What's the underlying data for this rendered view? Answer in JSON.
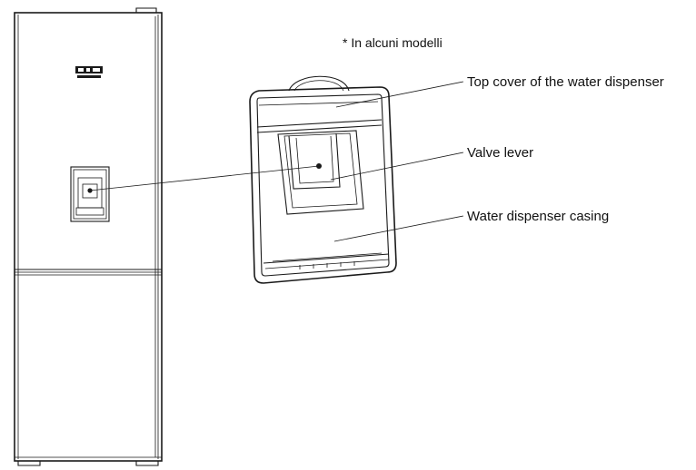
{
  "note": "* In alcuni modelli",
  "callouts": [
    {
      "id": "top-cover",
      "label": "Top cover of the water dispenser"
    },
    {
      "id": "valve-lever",
      "label": "Valve lever"
    },
    {
      "id": "casing",
      "label": "Water dispenser casing"
    }
  ],
  "colors": {
    "line": "#1a1a1a",
    "background": "#ffffff"
  }
}
